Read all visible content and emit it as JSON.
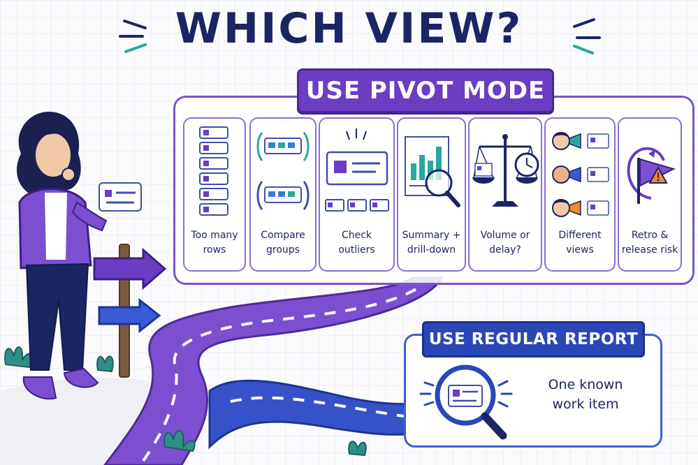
{
  "title": "WHICH VIEW?",
  "pivot": {
    "label": "USE PIVOT MODE",
    "cards": [
      {
        "label": "Too many\nrows",
        "icon": "stacked-rows-icon"
      },
      {
        "label": "Compare\ngroups",
        "icon": "compare-groups-icon"
      },
      {
        "label": "Check\noutliers",
        "icon": "outlier-card-icon"
      },
      {
        "label": "Summary +\ndrill-down",
        "icon": "chart-magnifier-icon"
      },
      {
        "label": "Volume or\ndelay?",
        "icon": "scale-clock-icon"
      },
      {
        "label": "Different\nviews",
        "icon": "people-views-icon"
      },
      {
        "label": "Retro &\nrelease risk",
        "icon": "risk-flag-icon"
      }
    ]
  },
  "regular": {
    "label": "USE REGULAR REPORT",
    "text": "One known\nwork item",
    "icon": "magnifier-card-icon"
  },
  "colors": {
    "pivot_purple": "#6a3dc2",
    "regular_blue": "#2a47b8",
    "title_navy": "#1c2563",
    "teal_accent": "#2aa6a0"
  }
}
